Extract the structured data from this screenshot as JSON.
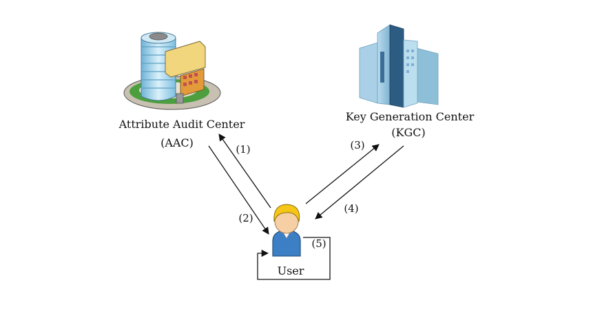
{
  "nodes": {
    "aac": {
      "name": "Attribute Audit Center",
      "abbr": "(AAC)",
      "icon": "office-building-icon"
    },
    "kgc": {
      "name": "Key Generation Center",
      "abbr": "(KGC)",
      "icon": "skyscraper-icon"
    },
    "user": {
      "name": "User",
      "icon": "user-avatar-icon"
    }
  },
  "steps": [
    "(1)",
    "(2)",
    "(3)",
    "(4)",
    "(5)"
  ],
  "colors": {
    "line": "#111111",
    "building_cyan": "#9ccfe6",
    "tower_blue": "#2d5c82",
    "hair_yellow": "#f5c518",
    "shirt_blue": "#3d7fc4"
  }
}
